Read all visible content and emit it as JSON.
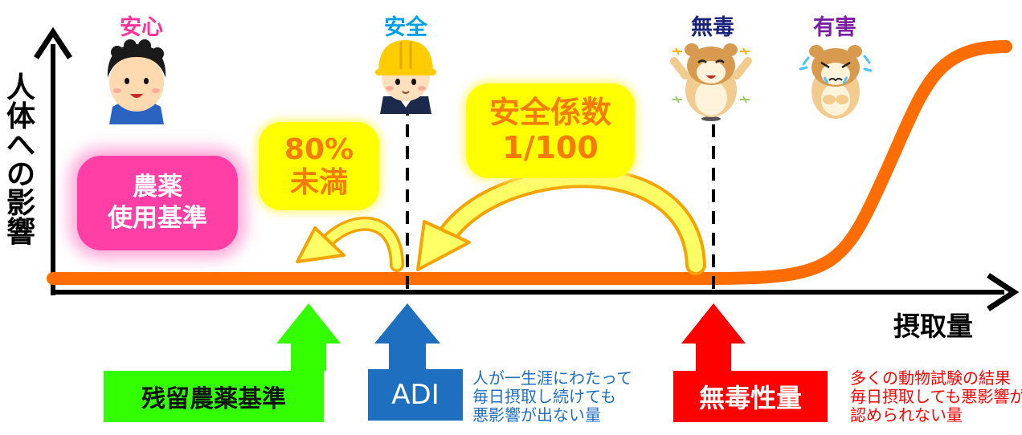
{
  "axes": {
    "ylabel_chars": [
      "人",
      "体",
      "へ",
      "の",
      "影",
      "響"
    ],
    "xlabel": "摂取量"
  },
  "characters": {
    "anshin": "安心",
    "anzen": "安全",
    "mudoku": "無毒",
    "yugai": "有害"
  },
  "bubbles": {
    "percent": [
      "80%",
      "未満"
    ],
    "safety_factor": [
      "安全係数",
      "1/100"
    ]
  },
  "pesticide_standard": [
    "農薬",
    "使用基準"
  ],
  "markers": {
    "residue": {
      "label": "残留農薬基準"
    },
    "adi": {
      "label": "ADI",
      "description": [
        "人が一生涯にわたって",
        "毎日摂取し続けても",
        "悪影響が出ない量"
      ]
    },
    "noael": {
      "label": "無毒性量",
      "description": [
        "多くの動物試験の結果",
        "毎日摂取しても悪影響が",
        "認められない量"
      ]
    }
  },
  "colors": {
    "curve": "#ff6d00",
    "green": "#33ff00",
    "blue": "#1f6fc0",
    "red": "#ff0000",
    "anshin_text": "#ff3399",
    "anzen_text": "#00a0e9",
    "mudoku_text": "#1a237e",
    "yugai_text": "#7b1fa2",
    "bubble_bg": "#ffff00",
    "bubble_text": "#f57c00",
    "pink": "#ff3fa6"
  },
  "icons": {
    "anshin": "boy-smiling-icon",
    "anzen": "boy-hardhat-icon",
    "mudoku": "happy-hamster-icon",
    "yugai": "sick-hamster-icon"
  }
}
